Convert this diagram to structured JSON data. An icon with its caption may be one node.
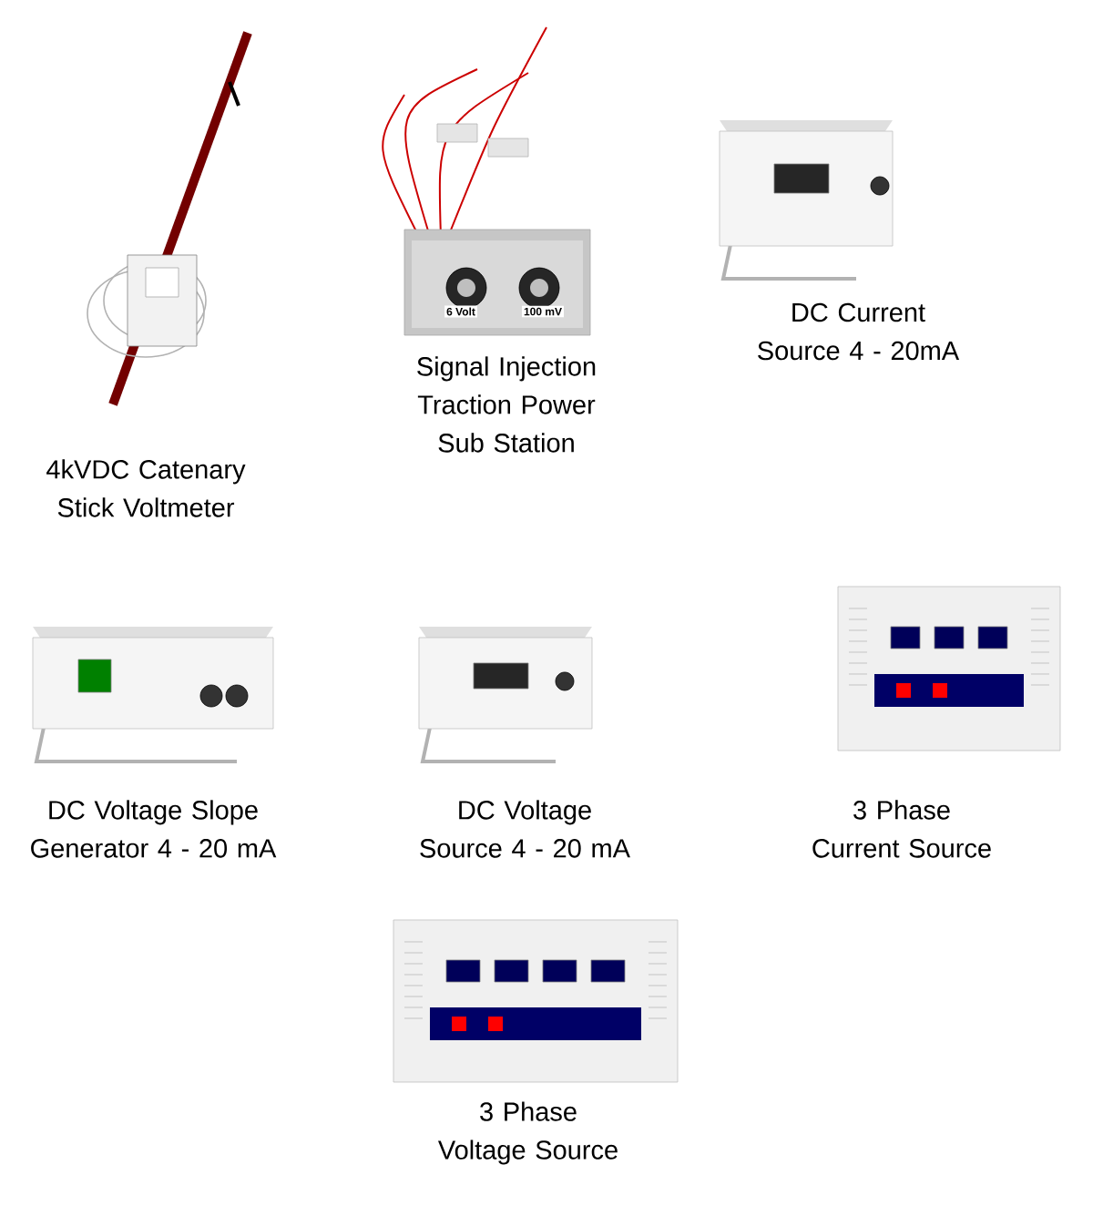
{
  "diagram": {
    "nodes": [
      {
        "text": [
          "4kVDC Catenary Stick Voltmeter"
        ]
      },
      {
        "text": [
          "Signal Injection Traction Power Sub Station"
        ]
      },
      {
        "text": [
          "DC Current Source 4 - 20mA"
        ]
      },
      {
        "text": [
          "DC Voltage Slope Generator 4 - 20 mA"
        ]
      },
      {
        "text": [
          "DC Voltage Source 4 - 20 mA"
        ]
      },
      {
        "text": [
          "3 Phase Current Source"
        ]
      },
      {
        "text": [
          "3 Phase Voltage Source"
        ]
      }
    ],
    "labels": [
      "6 Volt",
      "100 mV"
    ]
  }
}
